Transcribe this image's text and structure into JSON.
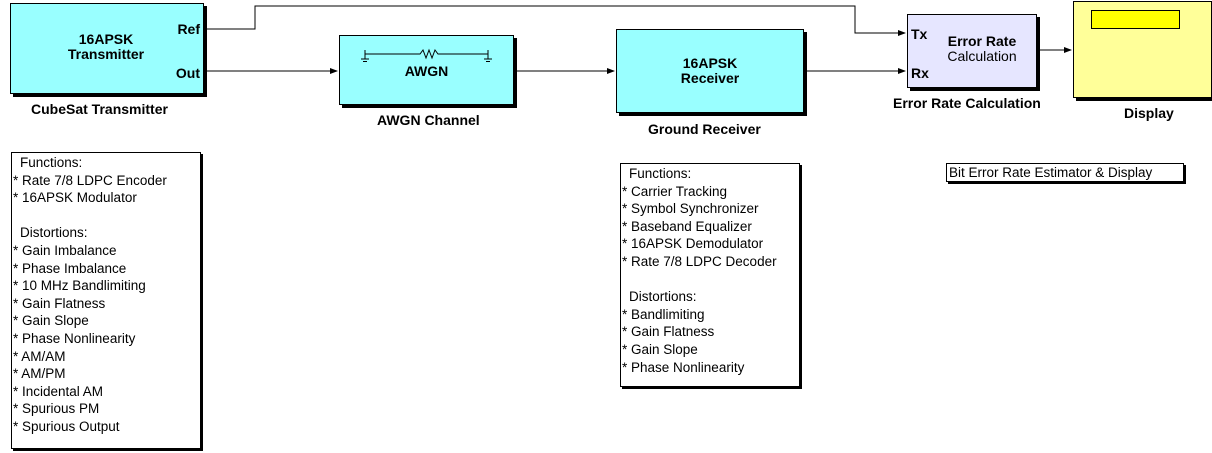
{
  "colors": {
    "block_cyan": "#99ffff",
    "block_lavender": "#e6e6ff",
    "block_yellow": "#ffff99",
    "display_inner": "#ffff00",
    "wire": "#000000"
  },
  "transmitter": {
    "title_line1": "16APSK",
    "title_line2": "Transmitter",
    "port_ref": "Ref",
    "port_out": "Out",
    "caption": "CubeSat Transmitter"
  },
  "awgn": {
    "label": "AWGN",
    "caption": "AWGN Channel",
    "icon": "resistor-noise-icon"
  },
  "receiver": {
    "title_line1": "16APSK",
    "title_line2": "Receiver",
    "caption": "Ground Receiver"
  },
  "error_rate": {
    "title_line1": "Error Rate",
    "title_line2": "Calculation",
    "port_tx": "Tx",
    "port_rx": "Rx",
    "caption": "Error Rate Calculation"
  },
  "display": {
    "caption": "Display"
  },
  "tx_notes": {
    "functions_header": "Functions:",
    "functions": [
      "* Rate 7/8 LDPC Encoder",
      "* 16APSK Modulator"
    ],
    "distortions_header": "Distortions:",
    "distortions": [
      "* Gain Imbalance",
      "* Phase Imbalance",
      "* 10 MHz Bandlimiting",
      "* Gain Flatness",
      "* Gain Slope",
      "* Phase Nonlinearity",
      "* AM/AM",
      "* AM/PM",
      "* Incidental AM",
      "* Spurious PM",
      "* Spurious Output"
    ]
  },
  "rx_notes": {
    "functions_header": "Functions:",
    "functions": [
      "* Carrier Tracking",
      "* Symbol Synchronizer",
      "* Baseband Equalizer",
      "* 16APSK Demodulator",
      "* Rate 7/8 LDPC Decoder"
    ],
    "distortions_header": "Distortions:",
    "distortions": [
      "* Bandlimiting",
      "* Gain Flatness",
      "* Gain Slope",
      "* Phase Nonlinearity"
    ]
  },
  "ber_note": {
    "label": "Bit Error Rate Estimator & Display"
  }
}
